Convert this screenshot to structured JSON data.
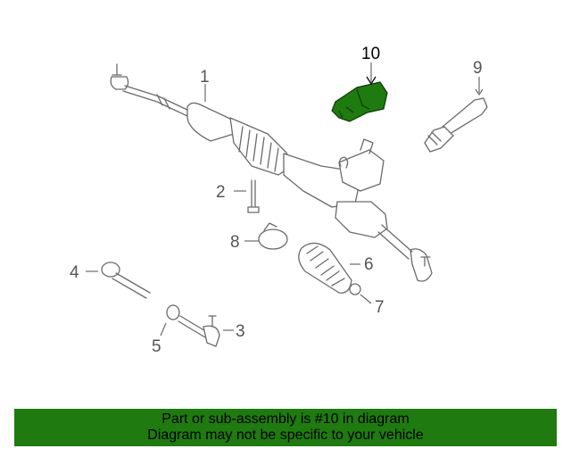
{
  "diagram": {
    "callouts": {
      "c1": "1",
      "c2": "2",
      "c3": "3",
      "c4": "4",
      "c5": "5",
      "c6": "6",
      "c7": "7",
      "c8": "8",
      "c9": "9",
      "c10": "10"
    },
    "highlight_color": "#1f7a10"
  },
  "banner": {
    "line1": "Part or sub-assembly is #10 in diagram",
    "line2": "Diagram may not be specific to your vehicle",
    "background": "#1f7a10"
  }
}
